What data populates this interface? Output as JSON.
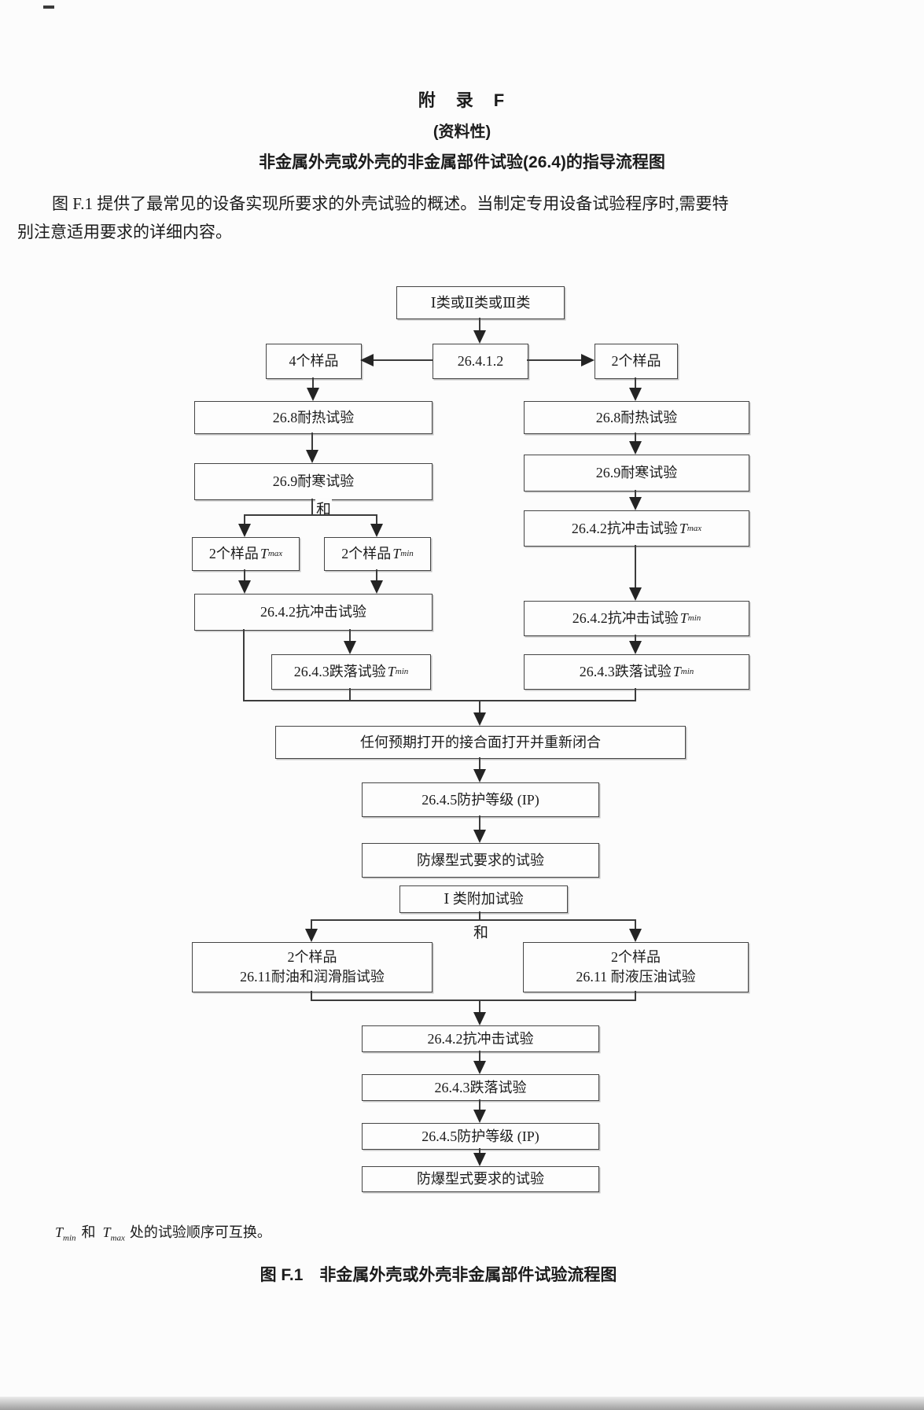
{
  "colors": {
    "ink": "#1b1b1b",
    "line": "#3c3c3c",
    "page_bg": "#fcfcfc"
  },
  "header": {
    "appendix": "附　录　F",
    "informative": "(资料性)",
    "title": "非金属外壳或外壳的非金属部件试验(26.4)的指导流程图"
  },
  "intro": {
    "line1": "图 F.1 提供了最常见的设备实现所要求的外壳试验的概述。当制定专用设备试验程序时,需要特",
    "line2": "别注意适用要求的详细内容。"
  },
  "flowchart": {
    "and_top": "和",
    "and_bottom": "和",
    "nodes": {
      "class_select": {
        "text": "Ⅰ类或Ⅱ类或Ⅲ类"
      },
      "samples4": {
        "text": "4个样品"
      },
      "ref_26412": {
        "text": "26.4.1.2"
      },
      "samples2": {
        "text": "2个样品"
      },
      "l_heat": {
        "text": "26.8耐热试验"
      },
      "r_heat": {
        "text": "26.8耐热试验"
      },
      "l_cold": {
        "text": "26.9耐寒试验"
      },
      "r_cold": {
        "text": "26.9耐寒试验"
      },
      "l_tmax_samples": {
        "text": "2个样品",
        "var": "T",
        "sub": "max"
      },
      "l_tmin_samples": {
        "text": "2个样品",
        "var": "T",
        "sub": "min"
      },
      "r_impact_tmax": {
        "text": "26.4.2抗冲击试验",
        "var": "T",
        "sub": "max"
      },
      "l_impact": {
        "text": "26.4.2抗冲击试验"
      },
      "r_impact_tmin": {
        "text": "26.4.2抗冲击试验",
        "var": "T",
        "sub": "min"
      },
      "l_drop": {
        "text": "26.4.3跌落试验",
        "var": "T",
        "sub": "min"
      },
      "r_drop": {
        "text": "26.4.3跌落试验",
        "var": "T",
        "sub": "min"
      },
      "reclose": {
        "text": "任何预期打开的接合面打开并重新闭合"
      },
      "ip_rating_1": {
        "text": "26.4.5防护等级 (IP)"
      },
      "ex_tests_1": {
        "text": "防爆型式要求的试验"
      },
      "class1_extra": {
        "text": "Ⅰ 类附加试验"
      },
      "oil_grease": {
        "line1": "2个样品",
        "line2": "26.11耐油和润滑脂试验"
      },
      "hydraulic": {
        "line1": "2个样品",
        "line2": "26.11 耐液压油试验"
      },
      "s_impact": {
        "text": "26.4.2抗冲击试验"
      },
      "s_drop": {
        "text": "26.4.3跌落试验"
      },
      "ip_rating_2": {
        "text": "26.4.5防护等级 (IP)"
      },
      "ex_tests_2": {
        "text": "防爆型式要求的试验"
      }
    }
  },
  "footnote": {
    "t1": "T",
    "s1": "min",
    "t2": "和",
    "t3": "T",
    "s2": "max",
    "t4": "处的试验顺序可互换。"
  },
  "caption": "图 F.1　非金属外壳或外壳非金属部件试验流程图"
}
